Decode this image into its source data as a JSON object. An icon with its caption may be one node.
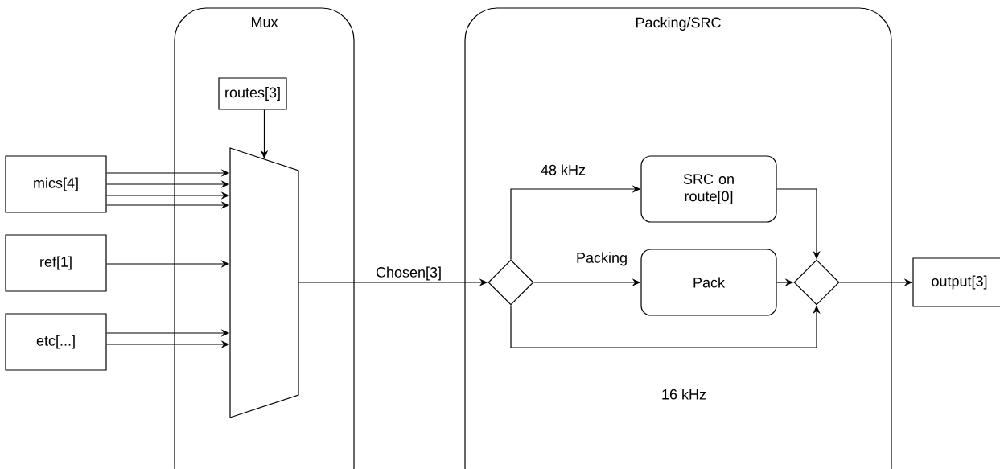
{
  "diagram": {
    "nodes": [
      {
        "text": [
          "Mux"
        ]
      },
      {
        "text": [
          "Packing/SRC"
        ]
      },
      {
        "text": [
          "routes[3]"
        ],
        "in": 0
      },
      {
        "text": [],
        "shape": "trapezoid",
        "in": 0
      },
      {
        "text": [
          "mics[4]"
        ]
      },
      {
        "text": [
          "ref[1]"
        ]
      },
      {
        "text": [
          "etc[...]"
        ]
      },
      {
        "text": [],
        "shape": "diamond",
        "in": 1
      },
      {
        "text": [
          "SRC on route[0]"
        ],
        "in": 1
      },
      {
        "text": [
          "Pack"
        ],
        "in": 1
      },
      {
        "text": [],
        "shape": "diamond",
        "in": 1
      },
      {
        "text": [
          "output[3]"
        ]
      }
    ],
    "edges": [
      {
        "from": 2,
        "to": 3,
        "arrow": "to"
      },
      {
        "from": 4,
        "to": 3,
        "arrow": "to"
      },
      {
        "from": 4,
        "to": 3,
        "arrow": "to"
      },
      {
        "from": 4,
        "to": 3,
        "arrow": "to"
      },
      {
        "from": 4,
        "to": 3,
        "arrow": "to"
      },
      {
        "from": 5,
        "to": 3,
        "arrow": "to"
      },
      {
        "from": 6,
        "to": 3,
        "arrow": "to"
      },
      {
        "from": 6,
        "to": 3,
        "arrow": "to"
      },
      {
        "from": 3,
        "to": 7,
        "arrow": "to",
        "label": "Chosen[3]"
      },
      {
        "from": 7,
        "to": 8,
        "arrow": "to",
        "label": "48 kHz"
      },
      {
        "from": 7,
        "to": 9,
        "arrow": "to",
        "label": "Packing"
      },
      {
        "from": 7,
        "to": 10,
        "arrow": "to",
        "label": "16 kHz"
      },
      {
        "from": 8,
        "to": 10,
        "arrow": "to"
      },
      {
        "from": 9,
        "to": 10,
        "arrow": "to"
      },
      {
        "from": 10,
        "to": 11,
        "arrow": "to"
      }
    ]
  }
}
